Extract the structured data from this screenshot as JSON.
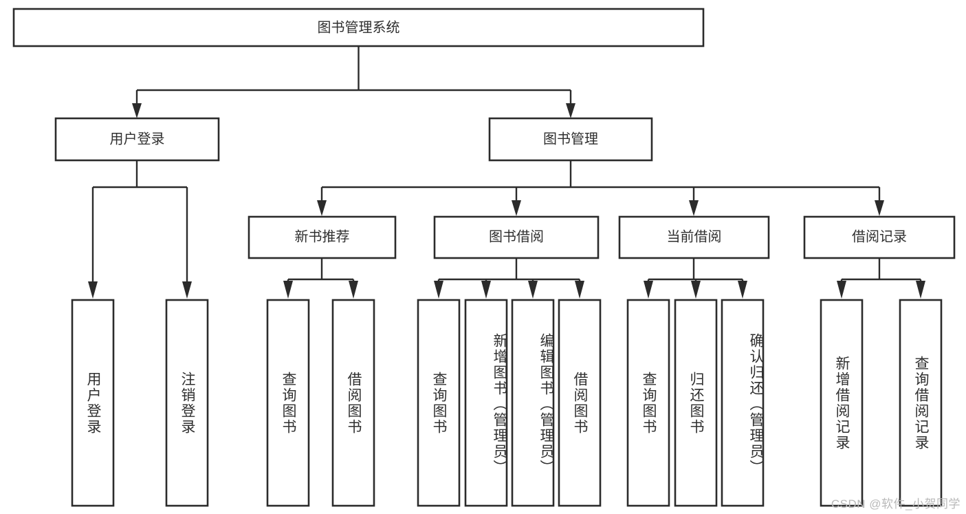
{
  "diagram": {
    "type": "tree",
    "title": "图书管理系统",
    "theme": {
      "background": "#ffffff",
      "box_stroke": "#2b2b2b",
      "box_fill": "#ffffff",
      "text_color": "#2f2f2f",
      "connector_color": "#2b2b2b",
      "watermark_color": "#b9b9b9"
    },
    "root": {
      "label": "图书管理系统"
    },
    "level1": [
      {
        "label": "用户登录"
      },
      {
        "label": "图书管理"
      }
    ],
    "level2": [
      {
        "label": "新书推荐"
      },
      {
        "label": "图书借阅"
      },
      {
        "label": "当前借阅"
      },
      {
        "label": "借阅记录"
      }
    ],
    "leaves": {
      "user_login": [
        {
          "label": "用户登录"
        },
        {
          "label": "注销登录"
        }
      ],
      "new_book_recommend": [
        {
          "label": "查询图书"
        },
        {
          "label": "借阅图书"
        }
      ],
      "book_borrow": [
        {
          "label": "查询图书"
        },
        {
          "label": "新增图书（管理员）"
        },
        {
          "label": "编辑图书（管理员）"
        },
        {
          "label": "借阅图书"
        }
      ],
      "current_borrow": [
        {
          "label": "查询图书"
        },
        {
          "label": "归还图书"
        },
        {
          "label": "确认归还（管理员）"
        }
      ],
      "borrow_records": [
        {
          "label": "新增借阅记录"
        },
        {
          "label": "查询借阅记录"
        }
      ]
    }
  },
  "watermark": {
    "text": "CSDN @软件_小贺同学"
  }
}
